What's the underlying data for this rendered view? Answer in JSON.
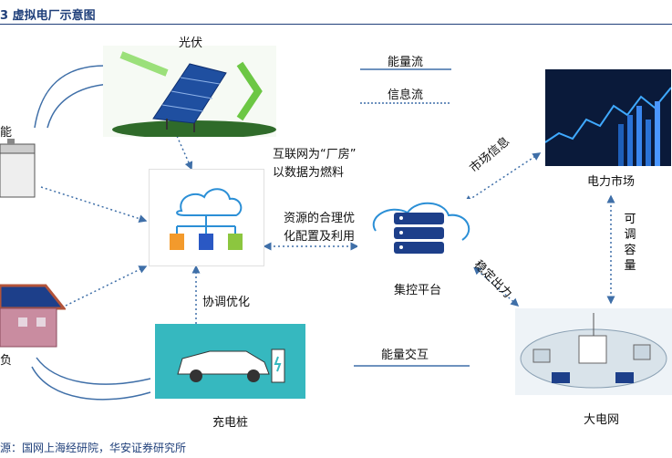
{
  "title": "3 虚拟电厂示意图",
  "source": "源：国网上海经研院，华安证券研究所",
  "nodes": {
    "solar": "光伏",
    "storage": "能",
    "load": "负",
    "charging": "充电桩",
    "platform": "集控平台",
    "market": "电力市场",
    "grid": "大电网"
  },
  "legend": {
    "energy": "能量流",
    "info": "信息流"
  },
  "annotations": {
    "internet_line1": "互联网为“厂房”",
    "internet_line2": "以数据为燃料",
    "resources_line1": "资源的合理优",
    "resources_line2": "化配置及利用",
    "coordinate": "协调优化",
    "market_info": "市场信息",
    "stable_output": "稳定出力",
    "adjustable_capacity": "可调容量",
    "energy_exchange": "能量交互"
  },
  "colors": {
    "title": "#1f3f7a",
    "flow_line": "#3f6fa8",
    "market_bg": "#0a1a3a"
  }
}
